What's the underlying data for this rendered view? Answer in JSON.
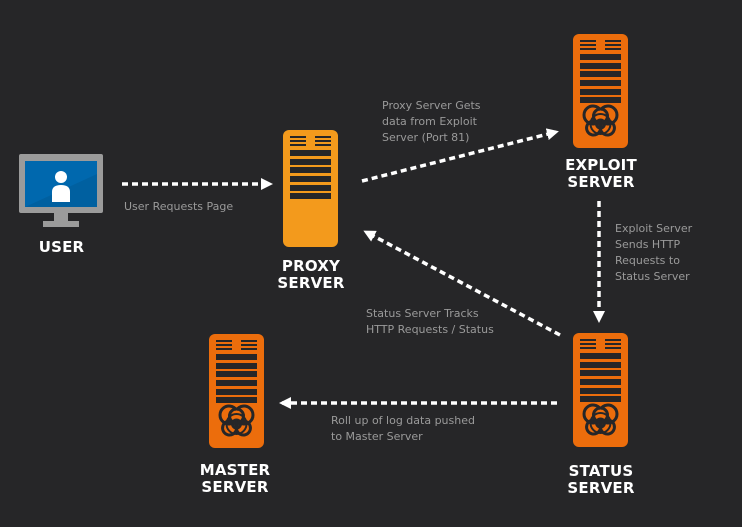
{
  "colors": {
    "background": "#262628",
    "proxy_server": "#f39a1c",
    "bio_server": "#ec6d0c",
    "monitor_frame": "#9b9b9b",
    "monitor_screen": "#0068ae",
    "arrow": "#ffffff",
    "note_text": "#9a9a9a"
  },
  "nodes": {
    "user": {
      "label": "USER",
      "icon": "monitor-user-icon"
    },
    "proxy": {
      "label_line1": "PROXY",
      "label_line2": "SERVER",
      "icon": "server-icon"
    },
    "exploit": {
      "label_line1": "EXPLOIT",
      "label_line2": "SERVER",
      "icon": "biohazard-server-icon"
    },
    "status": {
      "label_line1": "STATUS",
      "label_line2": "SERVER",
      "icon": "biohazard-server-icon"
    },
    "master": {
      "label_line1": "MASTER",
      "label_line2": "SERVER",
      "icon": "biohazard-server-icon"
    }
  },
  "edges": [
    {
      "from": "user",
      "to": "proxy",
      "lines": [
        "User Requests Page"
      ]
    },
    {
      "from": "proxy",
      "to": "exploit",
      "lines": [
        "Proxy Server Gets",
        "data from Exploit",
        "Server (Port 81)"
      ]
    },
    {
      "from": "exploit",
      "to": "status",
      "lines": [
        "Exploit Server",
        "Sends HTTP",
        "Requests to",
        "Status Server"
      ]
    },
    {
      "from": "status",
      "to": "proxy",
      "lines": [
        "Status Server Tracks",
        "HTTP Requests / Status"
      ]
    },
    {
      "from": "status",
      "to": "master",
      "lines": [
        "Roll up of log data pushed",
        "to Master Server"
      ]
    }
  ]
}
